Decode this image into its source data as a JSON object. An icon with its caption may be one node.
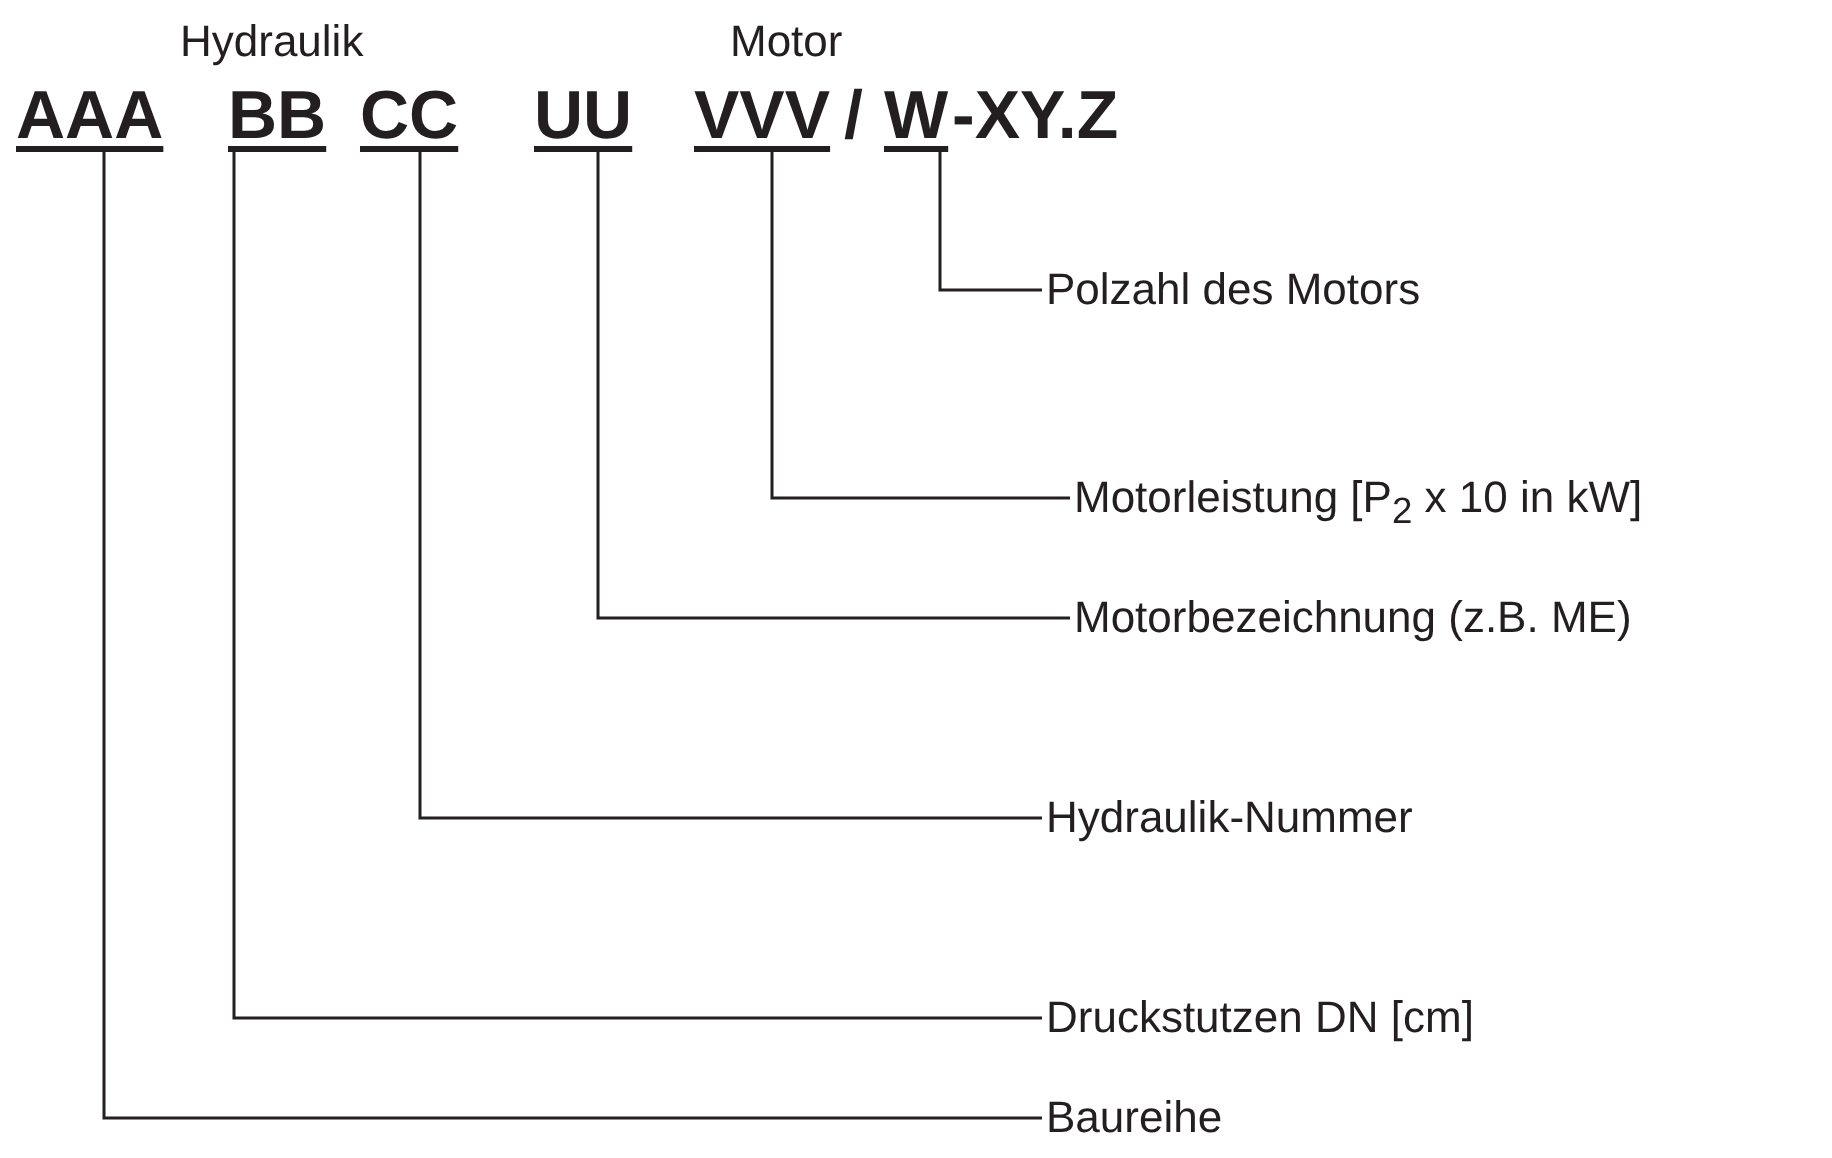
{
  "diagram": {
    "nodes": [
      {
        "text": [
          "AAA"
        ]
      },
      {
        "text": [
          "BB"
        ]
      },
      {
        "text": [
          "CC"
        ]
      },
      {
        "text": [
          "UU"
        ]
      },
      {
        "text": [
          "VVV"
        ]
      },
      {
        "text": [
          "W"
        ]
      },
      {
        "text": [
          "Polzahl des Motors"
        ]
      },
      {
        "text": [
          "Motorleistung [P$_{2}$ x 10 in kW]"
        ]
      },
      {
        "text": [
          "Motorbezeichnung (z.B. ME)"
        ]
      },
      {
        "text": [
          "Hydraulik-Nummer"
        ]
      },
      {
        "text": [
          "Druckstutzen DN [cm]"
        ]
      },
      {
        "text": [
          "Baureihe"
        ]
      }
    ],
    "edges": [
      {
        "from": 5,
        "to": 6,
        "arrow": "none"
      },
      {
        "from": 4,
        "to": 7,
        "arrow": "none"
      },
      {
        "from": 3,
        "to": 8,
        "arrow": "none"
      },
      {
        "from": 2,
        "to": 9,
        "arrow": "none"
      },
      {
        "from": 1,
        "to": 10,
        "arrow": "none"
      },
      {
        "from": 0,
        "to": 11,
        "arrow": "none"
      }
    ],
    "labels": [
      "Hydraulik",
      "Motor",
      "/",
      "-XY.Z"
    ]
  }
}
